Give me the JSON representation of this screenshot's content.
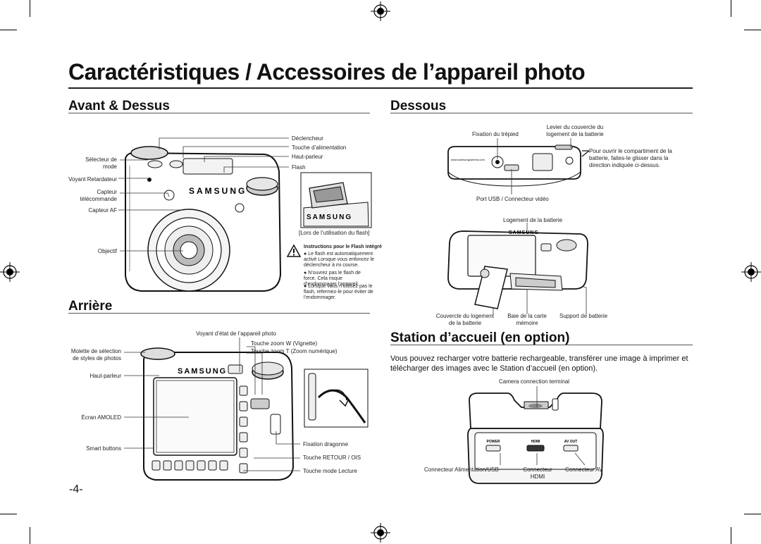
{
  "page": {
    "title": "Caractéristiques / Accessoires de l’appareil photo",
    "page_number": "-4-"
  },
  "front_top": {
    "heading": "Avant & Dessus",
    "labels": {
      "mode_selector": "Sélecteur de\nmode",
      "timer_lamp": "Voyant Retardateur",
      "remote_sensor": "Capteur\ntélécommande",
      "af_sensor": "Capteur AF",
      "lens": "Objectif",
      "shutter": "Déclencheur",
      "power": "Touche d’alimentation",
      "speaker": "Haut-parleur",
      "flash": "Flash",
      "flash_in_use": "[Lors de l’utilisation du flash]"
    },
    "brand": "SAMSUNG",
    "flash_notes": {
      "heading": "Instructions pour le Flash intégré",
      "items": [
        "Le flash est automatiquement activé Lorsque vous enfoncez le déclencheur à mi course.",
        "N’ouvrez pas le flash de force. Cela risque d’endommager l’appareil.",
        "Lorsque vous n’utilisez pas le flash, refermez-le pour éviter de l’endommager."
      ]
    }
  },
  "back": {
    "heading": "Arrière",
    "labels": {
      "status_lamp": "Voyant d’état de l’appareil photo",
      "zoom_w": "Touche zoom W (Vignette)",
      "zoom_t": "Touche zoom T (Zoom numérique)",
      "photo_style_dial": "Molette de sélection\nde styles de photos",
      "speaker": "Haut-parleur",
      "screen": "Écran AMOLED",
      "smart_buttons": "Smart buttons",
      "strap": "Fixation dragonne",
      "return_ois": "Touche RETOUR / OIS",
      "play_mode": "Touche mode Lecture"
    },
    "brand": "SAMSUNG"
  },
  "bottom": {
    "heading": "Dessous",
    "labels": {
      "cover_lever": "Levier du couvercle du\nlogement de la batterie",
      "tripod": "Fixation du trépied",
      "open_instructions": "Pour ouvrir le compartiment de la batterie, faites-le glisser dans la direction indiquée ci-dessus.",
      "usb_port": "Port USB / Connecteur vidéo",
      "battery_slot": "Logement de la batterie",
      "battery_cover": "Couvercle du logement\nde la batterie",
      "card_slot": "Baie de la carte\nmémoire",
      "battery_holder": "Support de batterie"
    },
    "site": "www.samsungcamera.com",
    "brand": "SAMSUNG"
  },
  "cradle": {
    "heading": "Station d’accueil (en option)",
    "description": "Vous pouvez recharger votre batterie rechargeable, transférer une image à imprimer et télécharger des images avec le Station d’accueil (en option).",
    "labels": {
      "camera_terminal": "Camera connection terminal",
      "power_usb": "Connecteur Alimentation/USB",
      "hdmi": "Connecteur\nHDMI",
      "av": "Connecteur AV"
    },
    "port_labels": [
      "POWER",
      "HDMI",
      "AV OUT"
    ]
  }
}
